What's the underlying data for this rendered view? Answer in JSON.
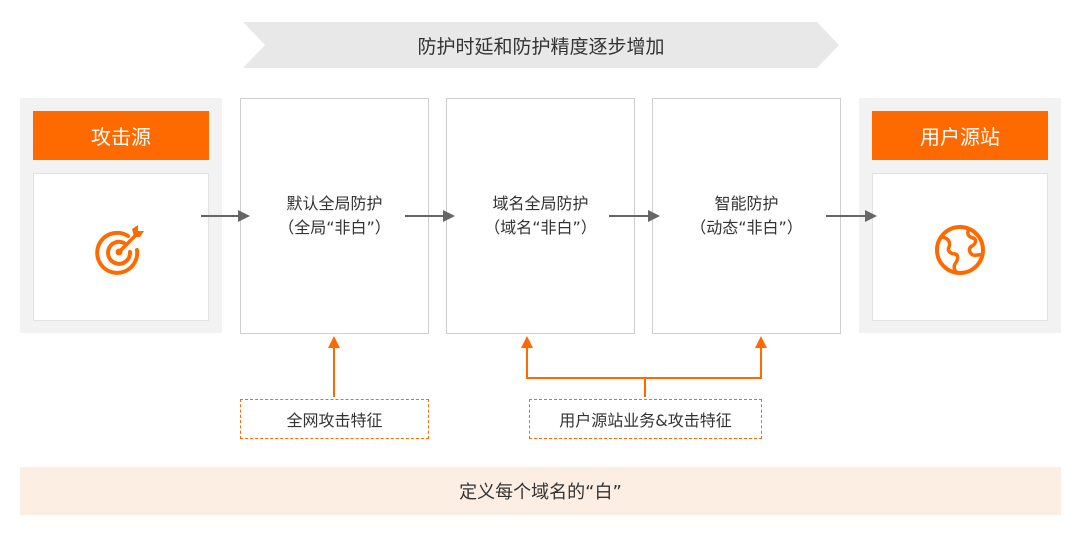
{
  "banner": {
    "text": "防护时延和防护精度逐步增加"
  },
  "source": {
    "title": "攻击源",
    "icon": "target-icon"
  },
  "origin": {
    "title": "用户源站",
    "icon": "globe-icon"
  },
  "stages": [
    {
      "title": "默认全局防护",
      "subtitle": "（全局“非白”）"
    },
    {
      "title": "域名全局防护",
      "subtitle": "（域名“非白”）"
    },
    {
      "title": "智能防护",
      "subtitle": "（动态“非白”）"
    }
  ],
  "features": [
    {
      "text": "全网攻击特征"
    },
    {
      "text": "用户源站业务&攻击特征"
    }
  ],
  "footer": {
    "text": "定义每个域名的“白”"
  },
  "colors": {
    "accent": "#ff6a00",
    "arrow": "#666666",
    "banner": "#e8e8e8",
    "footer": "#fdeee3",
    "panel": "#f2f2f2"
  }
}
